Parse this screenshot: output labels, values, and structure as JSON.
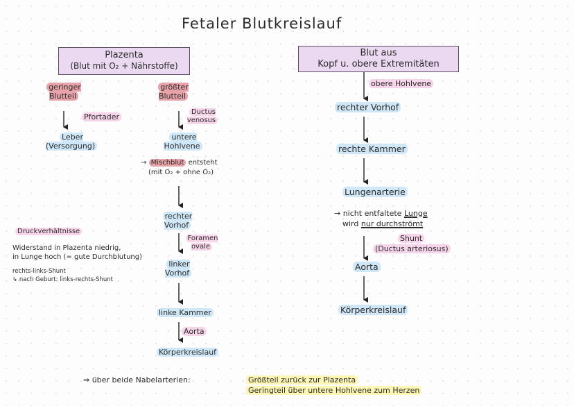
{
  "title": "Fetaler Blutkreislauf",
  "left": {
    "placenta_line1": "Plazenta",
    "placenta_line2": "(Blut mit O₂ + Nährstoffe)",
    "geringer": "geringer Blutteil",
    "groesster": "größter Blutteil",
    "pfortader": "Pfortader",
    "leber": "Leber (Versorgung)",
    "ductus_venosus": "Ductus venosus",
    "untere_hohlvene": "untere Hohlvene",
    "mischblut_prefix": "→",
    "mischblut": "Mischblut",
    "mischblut_rest": "entsteht",
    "mischblut_sub": "(mit O₂ + ohne O₂)",
    "rechter_vorhof": "rechter Vorhof",
    "foramen_ovale": "Foramen ovale",
    "linker_vorhof": "linker Vorhof",
    "linke_kammer": "linke Kammer",
    "aorta": "Aorta",
    "koerperkreislauf": "Körperkreislauf"
  },
  "notes": {
    "heading": "Druckverhältnisse",
    "line1": "Widerstand in Plazenta niedrig,",
    "line2": "in Lunge hoch (= gute Durchblutung)",
    "line3": "rechts-links-Shunt",
    "line4": "↳ nach Geburt: links-rechts-Shunt"
  },
  "right": {
    "box_line1": "Blut aus",
    "box_line2": "Kopf u. obere Extremitäten",
    "obere_hohlvene": "obere Hohlvene",
    "rechter_vorhof": "rechter Vorhof",
    "rechte_kammer": "rechte Kammer",
    "lungenarterie": "Lungenarterie",
    "nicht_prefix": "→ nicht entfaltete",
    "lunge": "Lunge",
    "wird": "wird",
    "nur_durch": "nur durchströmt",
    "shunt": "Shunt",
    "ductus_arteriosus": "(Ductus arteriosus)",
    "aorta": "Aorta",
    "koerperkreislauf": "Körperkreislauf"
  },
  "footer": {
    "prefix": "⇒ über beide Nabelarterien:",
    "line1": "Größteil zurück zur Plazenta",
    "line2": "Geringteil über untere Hohlvene zum Herzen"
  }
}
